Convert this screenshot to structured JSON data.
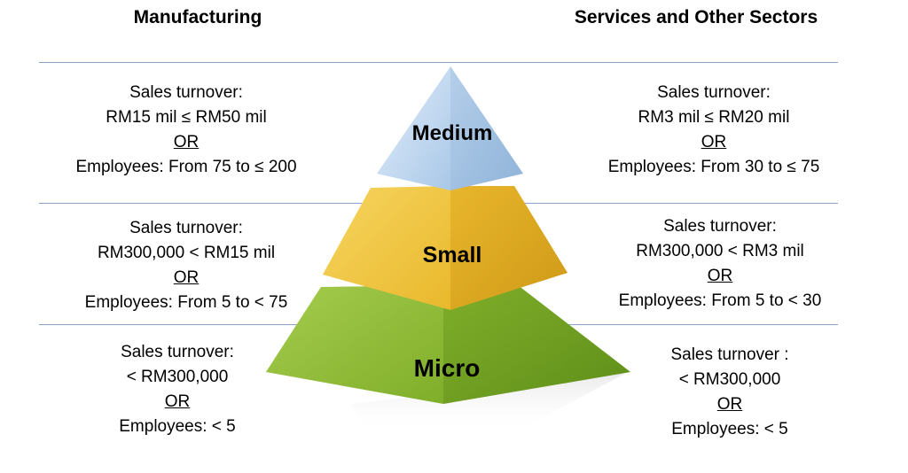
{
  "headers": {
    "left": "Manufacturing",
    "right": "Services and Other Sectors"
  },
  "tiers": {
    "medium": {
      "label": "Medium",
      "color": "#b7d3ee",
      "manufacturing": [
        "Sales turnover:",
        "RM15 mil ≤ RM50 mil",
        "OR",
        "Employees:  From 75 to ≤ 200"
      ],
      "services": [
        "Sales  turnover:",
        "RM3 mil ≤ RM20 mil",
        "OR",
        "Employees:  From 30 to ≤ 75"
      ]
    },
    "small": {
      "label": "Small",
      "color": "#f2c744",
      "manufacturing": [
        "Sales turnover:",
        "RM300,000  < RM15 mil",
        "OR",
        "Employees:  From 5 to < 75"
      ],
      "services": [
        "Sales  turnover:",
        "RM300,000  < RM3 mil",
        "OR",
        "Employees:  From 5 to < 30"
      ]
    },
    "micro": {
      "label": "Micro",
      "color": "#8dbf35",
      "manufacturing": [
        "Sales turnover:",
        "< RM300,000",
        "OR",
        "Employees:  < 5"
      ],
      "services": [
        "Sales  turnover :",
        "< RM300,000",
        "OR",
        "Employees:  < 5"
      ]
    }
  }
}
